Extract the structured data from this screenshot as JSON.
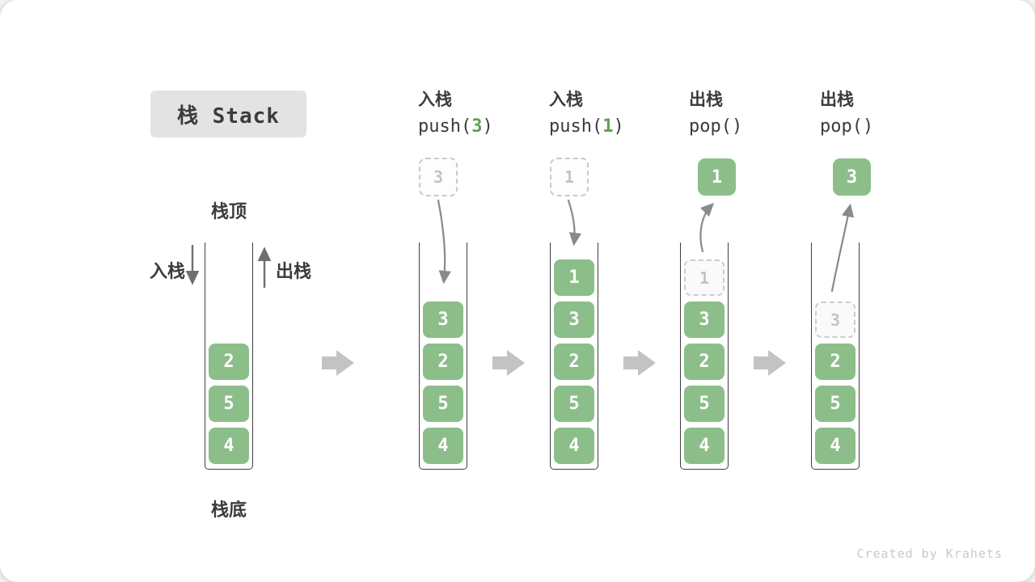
{
  "title": "栈 Stack",
  "footer": "Created by Krahets",
  "colors": {
    "cell_green": "#8cbe8a",
    "code_arg_green": "#5fa052",
    "block_arrow_gray": "#c3c3c3",
    "curve_arrow_gray": "#8a8a8a",
    "side_arrow_gray": "#6f6f6f",
    "ghost_border_gray": "#c9c9c9",
    "title_bg_gray": "#e3e3e3",
    "text_dark": "#3b3b3b"
  },
  "initial_stack": {
    "top_label": "栈顶",
    "bottom_label": "栈底",
    "push_label": "入栈",
    "pop_label": "出栈",
    "cells": [
      "2",
      "5",
      "4"
    ]
  },
  "steps": [
    {
      "op": "入栈",
      "code": {
        "pre": "push(",
        "arg": "3",
        "post": ")"
      },
      "floating": {
        "value": "3",
        "kind": "ghost"
      },
      "cells": [
        {
          "v": "3"
        },
        {
          "v": "2"
        },
        {
          "v": "5"
        },
        {
          "v": "4"
        }
      ]
    },
    {
      "op": "入栈",
      "code": {
        "pre": "push(",
        "arg": "1",
        "post": ")"
      },
      "floating": {
        "value": "1",
        "kind": "ghost"
      },
      "cells": [
        {
          "v": "1"
        },
        {
          "v": "3"
        },
        {
          "v": "2"
        },
        {
          "v": "5"
        },
        {
          "v": "4"
        }
      ]
    },
    {
      "op": "出栈",
      "code": {
        "pre": "pop(",
        "arg": "",
        "post": ")"
      },
      "floating": {
        "value": "1",
        "kind": "solid"
      },
      "cells": [
        {
          "v": "1",
          "ghost": true
        },
        {
          "v": "3"
        },
        {
          "v": "2"
        },
        {
          "v": "5"
        },
        {
          "v": "4"
        }
      ]
    },
    {
      "op": "出栈",
      "code": {
        "pre": "pop(",
        "arg": "",
        "post": ")"
      },
      "floating": {
        "value": "3",
        "kind": "solid"
      },
      "cells": [
        {
          "v": "3",
          "ghost": true
        },
        {
          "v": "2"
        },
        {
          "v": "5"
        },
        {
          "v": "4"
        }
      ]
    }
  ]
}
